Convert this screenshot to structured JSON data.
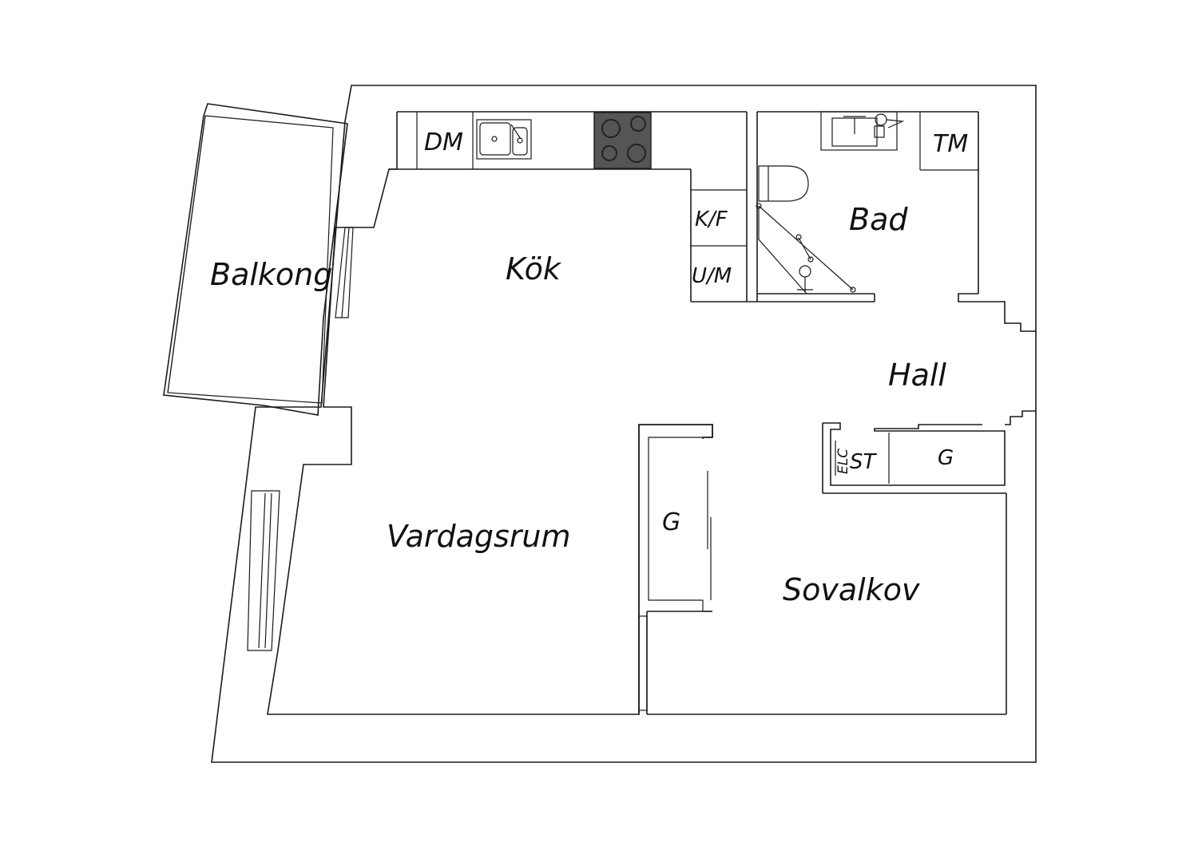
{
  "rooms": {
    "balkong": "Balkong",
    "kok": "Kök",
    "bad": "Bad",
    "hall": "Hall",
    "vardagsrum": "Vardagsrum",
    "sovalkov": "Sovalkov"
  },
  "fixtures": {
    "dm": "DM",
    "tm": "TM",
    "kf": "K/F",
    "um": "U/M",
    "g_wardrobe_living": "G",
    "g_wardrobe_hall": "G",
    "st": "ST",
    "elc": "ELC"
  },
  "colors": {
    "line": "#1a1a1a",
    "stove": "#555555",
    "background": "#ffffff"
  }
}
